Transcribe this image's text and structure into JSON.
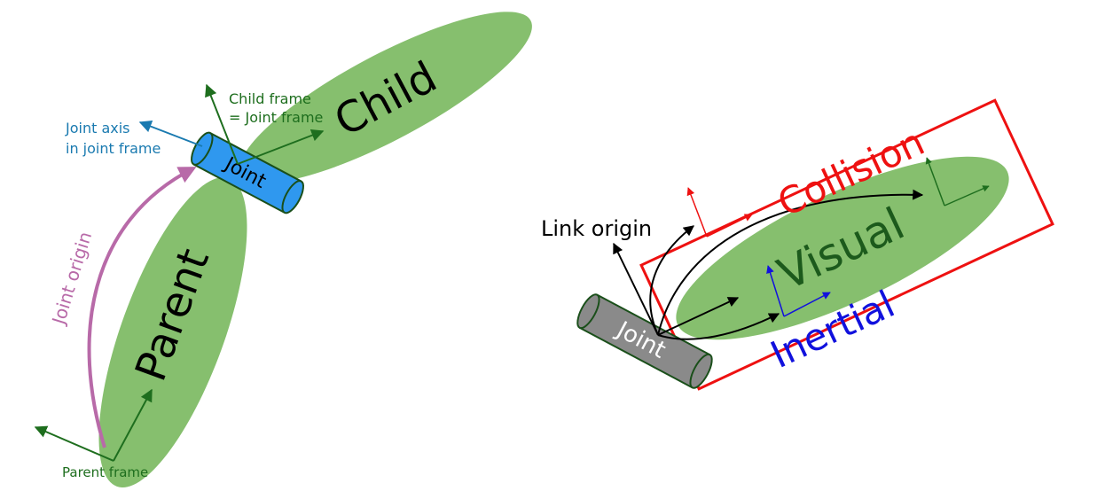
{
  "colors": {
    "link_fill": "#86bf6e",
    "link_stroke": "#2e7d2e",
    "joint_fill": "#2f98ef",
    "joint_gray": "#8a8a8a",
    "frame": "#1e6e1e",
    "joint_axis": "#1a7ab0",
    "joint_origin": "#b86aa8",
    "collision": "#ee1111",
    "inertial": "#1111dd",
    "visual_text": "#1c5a1c",
    "black": "#000000"
  },
  "left": {
    "child_label": "Child",
    "parent_label": "Parent",
    "joint_label": "Joint",
    "child_frame_line1": "Child frame",
    "child_frame_line2": "= Joint frame",
    "joint_axis_line1": "Joint axis",
    "joint_axis_line2": "in joint frame",
    "joint_origin_label": "Joint origin",
    "parent_frame_label": "Parent frame"
  },
  "right": {
    "collision_label": "Collision",
    "visual_label": "Visual",
    "inertial_label": "Inertial",
    "link_origin_label": "Link origin",
    "joint_label": "Joint"
  }
}
